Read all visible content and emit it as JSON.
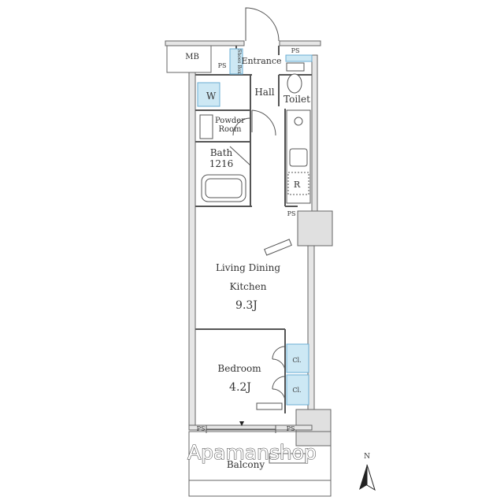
{
  "rooms": {
    "mb": "MB",
    "entrance": "Entrance",
    "shoe_box": "Shoes Box",
    "hall": "Hall",
    "toilet": "Toilet",
    "washer": "W",
    "powder_room_line1": "Powder",
    "powder_room_line2": "Room",
    "bath_line1": "Bath",
    "bath_line2": "1216",
    "fridge": "R",
    "ldk_line1": "Living Dining",
    "ldk_line2": "Kitchen",
    "ldk_size": "9.3J",
    "bedroom": "Bedroom",
    "bedroom_size": "4.2J",
    "closet_1": "Cl.",
    "closet_2": "Cl.",
    "balcony": "Balcony"
  },
  "pipe_spaces": [
    "PS",
    "PS",
    "PS",
    "PS",
    "PS"
  ],
  "watermark": "Apamanshop",
  "compass": "N",
  "colors": {
    "wall": "#999999",
    "line": "#555555",
    "fixture_blue": "#cde8f4",
    "fixture_blue_edge": "#6aaed3"
  }
}
